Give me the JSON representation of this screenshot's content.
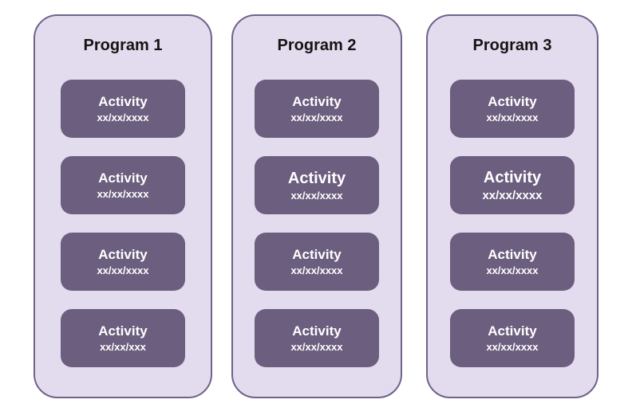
{
  "colors": {
    "container_fill": "#e3dcee",
    "container_border": "#70628a",
    "activity_fill": "#6c5e7e",
    "title_color": "#141414",
    "activity_text_color": "#ffffff"
  },
  "programs": [
    {
      "title": "Program 1",
      "activities": [
        {
          "label": "Activity",
          "date": "xx/xx/xxxx"
        },
        {
          "label": "Activity",
          "date": "xx/xx/xxxx"
        },
        {
          "label": "Activity",
          "date": "xx/xx/xxxx"
        },
        {
          "label": "Activity",
          "date": "xx/xx/xxx"
        }
      ]
    },
    {
      "title": "Program 2",
      "activities": [
        {
          "label": "Activity",
          "date": "xx/xx/xxxx"
        },
        {
          "label": "Activity",
          "date": "xx/xx/xxxx",
          "title_large": true
        },
        {
          "label": "Activity",
          "date": "xx/xx/xxxx"
        },
        {
          "label": "Activity",
          "date": "xx/xx/xxxx"
        }
      ]
    },
    {
      "title": "Program 3",
      "activities": [
        {
          "label": "Activity",
          "date": "xx/xx/xxxx"
        },
        {
          "label": "Activity",
          "date": "xx/xx/xxxx",
          "title_large": true,
          "date_large": true
        },
        {
          "label": "Activity",
          "date": "xx/xx/xxxx"
        },
        {
          "label": "Activity",
          "date": "xx/xx/xxxx"
        }
      ]
    }
  ]
}
